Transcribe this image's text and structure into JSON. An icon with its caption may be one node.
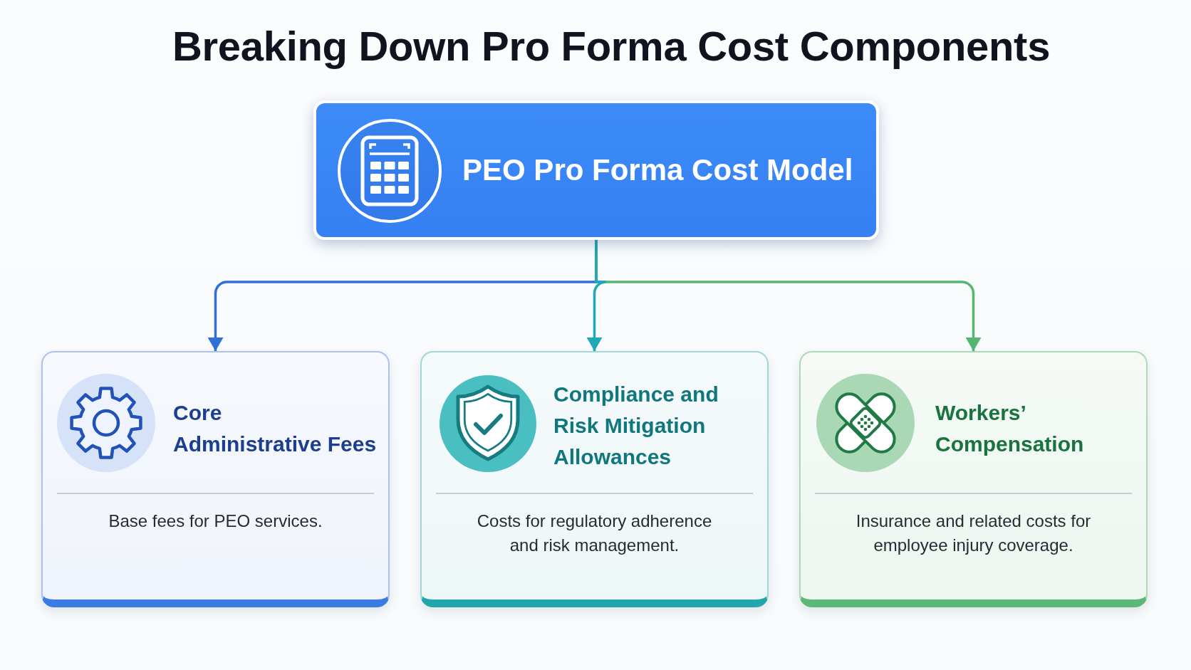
{
  "diagram": {
    "title": "Breaking Down Pro Forma Cost Components",
    "nodes": [
      {
        "text": [
          "PEO Pro Forma Cost Model"
        ]
      },
      {
        "text": [
          "Core Administrative Fees",
          "Base fees for PEO services."
        ]
      },
      {
        "text": [
          "Compliance and Risk Mitigation Allowances",
          "Costs for regulatory adherence and risk management."
        ]
      },
      {
        "text": [
          "Workers’ Compensation",
          "Insurance and related costs for employee injury coverage."
        ]
      }
    ],
    "edges": [
      {
        "from": 0,
        "to": 1,
        "arrow": "to",
        "color": "#2f6fd6"
      },
      {
        "from": 0,
        "to": 2,
        "arrow": "to",
        "color": "#1fa8b6"
      },
      {
        "from": 0,
        "to": 3,
        "arrow": "to",
        "color": "#55b572"
      }
    ]
  }
}
